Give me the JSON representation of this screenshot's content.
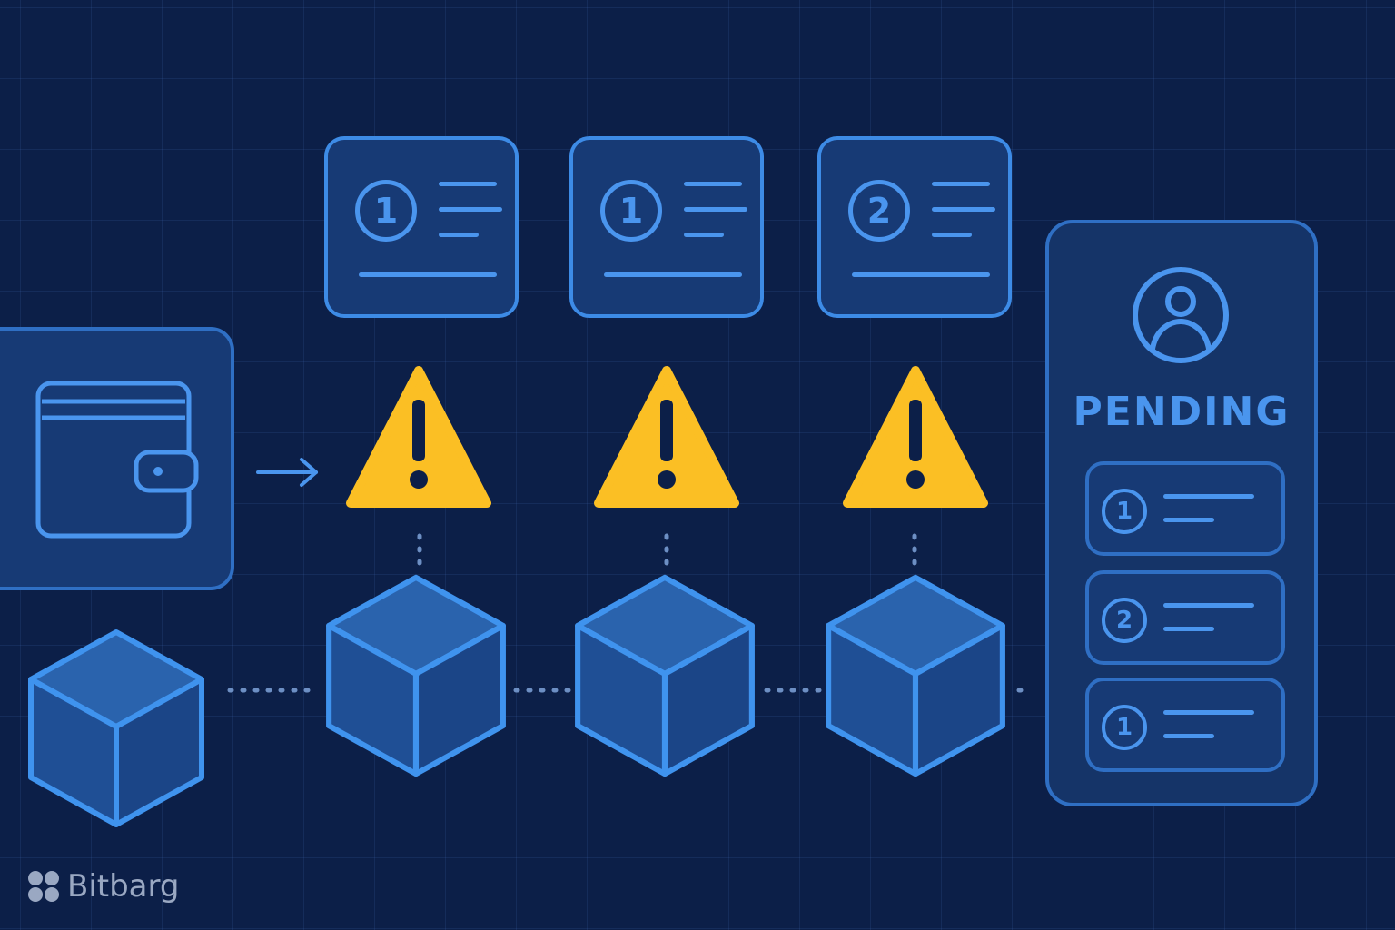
{
  "colors": {
    "background": "#0c1f48",
    "accent_blue": "#4a95ee",
    "card_fill": "#173a75",
    "warning_yellow": "#fbbf24",
    "block_fill": "#1f4f95"
  },
  "transactions": [
    {
      "number": "1",
      "icon": "transaction-card-icon"
    },
    {
      "number": "1",
      "icon": "transaction-card-icon"
    },
    {
      "number": "2",
      "icon": "transaction-card-icon"
    }
  ],
  "warnings": [
    {
      "icon": "warning-icon"
    },
    {
      "icon": "warning-icon"
    },
    {
      "icon": "warning-icon"
    }
  ],
  "wallet": {
    "icon": "wallet-icon"
  },
  "arrow": {
    "icon": "arrow-right-icon"
  },
  "blocks": [
    {
      "icon": "block-cube-icon"
    },
    {
      "icon": "block-cube-icon"
    },
    {
      "icon": "block-cube-icon"
    },
    {
      "icon": "block-cube-icon"
    }
  ],
  "pending_panel": {
    "icon": "user-avatar-icon",
    "title": "PENDING",
    "items": [
      {
        "number": "1"
      },
      {
        "number": "2"
      },
      {
        "number": "1"
      }
    ]
  },
  "logo": {
    "text": "Bitbarg",
    "icon": "bitbarg-logo-icon"
  }
}
